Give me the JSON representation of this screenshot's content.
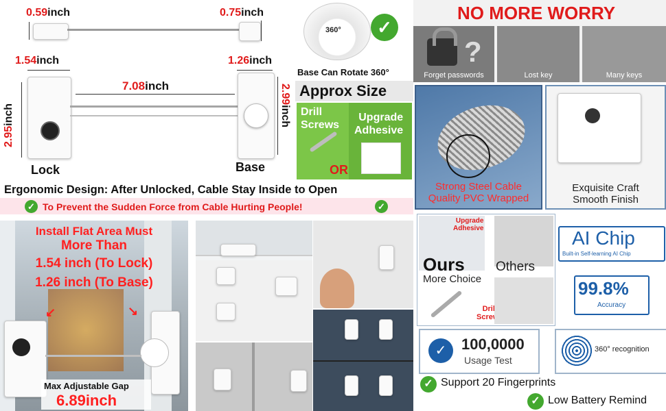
{
  "colors": {
    "red": "#e01b1b",
    "green": "#43a82f",
    "blue": "#1d5fa8",
    "steel_blue": "#6c8fb5",
    "pink_band": "#fde4ea"
  },
  "dims": {
    "lock_depth": "0.59",
    "base_depth": "0.75",
    "lock_width": "1.54",
    "base_width": "1.26",
    "cable_length": "7.08",
    "lock_height": "2.95",
    "base_height": "2.99",
    "unit": "inch",
    "lock_label": "Lock",
    "base_label": "Base"
  },
  "rotate": {
    "badge": "360°",
    "caption": "Base Can Rotate 360°"
  },
  "approx": {
    "title": "Approx Size",
    "drill": "Drill\nScrews",
    "upgrade": "Upgrade\nAdhesive",
    "or": "OR"
  },
  "ergonomic": {
    "line1": "Ergonomic Design: After Unlocked, Cable Stay Inside to Open",
    "line2": "To Prevent the Sudden Force from Cable Hurting People!"
  },
  "worry": {
    "title": "NO MORE WORRY",
    "captions": [
      "Forget passwords",
      "Lost key",
      "Many keys"
    ]
  },
  "cable": {
    "caption": "Strong Steel Cable\nQuality PVC Wrapped"
  },
  "craft": {
    "caption": "Exquisite Craft\nSmooth Finish"
  },
  "install": {
    "line1": "Install Flat Area Must",
    "line2": "More Than",
    "line3": "1.54 inch (To Lock)",
    "line4": "1.26 inch (To Base)",
    "gap_label": "Max Adjustable Gap",
    "gap_value": "6.89inch"
  },
  "compare": {
    "upgrade": "Upgrade\nAdhesive",
    "ours": "Ours",
    "more": "More Choice",
    "drill": "Drill\nScrews",
    "others": "Others"
  },
  "badges": {
    "ai_title": "AI Chip",
    "ai_sub": "Built-in Self-learning AI Chip",
    "accuracy_value": "99.8%",
    "accuracy_label": "Accuracy",
    "usage_value": "100,0000",
    "usage_label": "Usage Test",
    "recognition": "360° recognition"
  },
  "features": {
    "f1": "Support 20 Fingerprints",
    "f2": "Low Battery Remind"
  }
}
